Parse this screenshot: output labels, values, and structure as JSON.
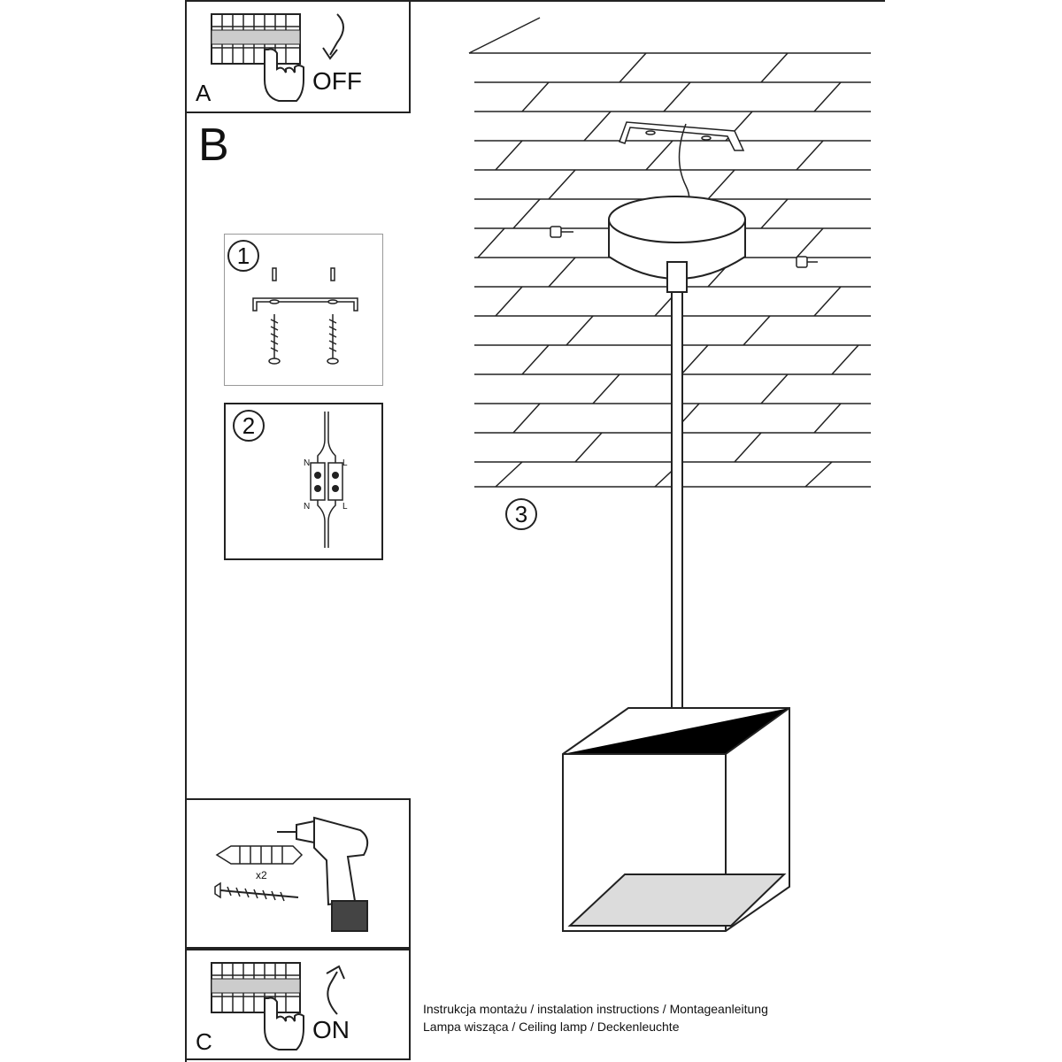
{
  "section_a": {
    "letter": "A",
    "action": "OFF"
  },
  "section_b": {
    "letter": "B"
  },
  "steps": {
    "step1": "1",
    "step2": "2",
    "step3": "3"
  },
  "wiring": {
    "neutral_top": "N",
    "live_top": "L",
    "neutral_bottom": "N",
    "live_bottom": "L"
  },
  "tools": {
    "anchor_count": "x2"
  },
  "section_c": {
    "letter": "C",
    "action": "ON"
  },
  "footer": {
    "line1": "Instrukcja montażu / instalation instructions / Montageanleitung",
    "line2": "Lampa wisząca / Ceiling lamp / Deckenleuchte"
  },
  "colors": {
    "line": "#222222",
    "shade": "#dcdcdc",
    "background": "#ffffff"
  }
}
